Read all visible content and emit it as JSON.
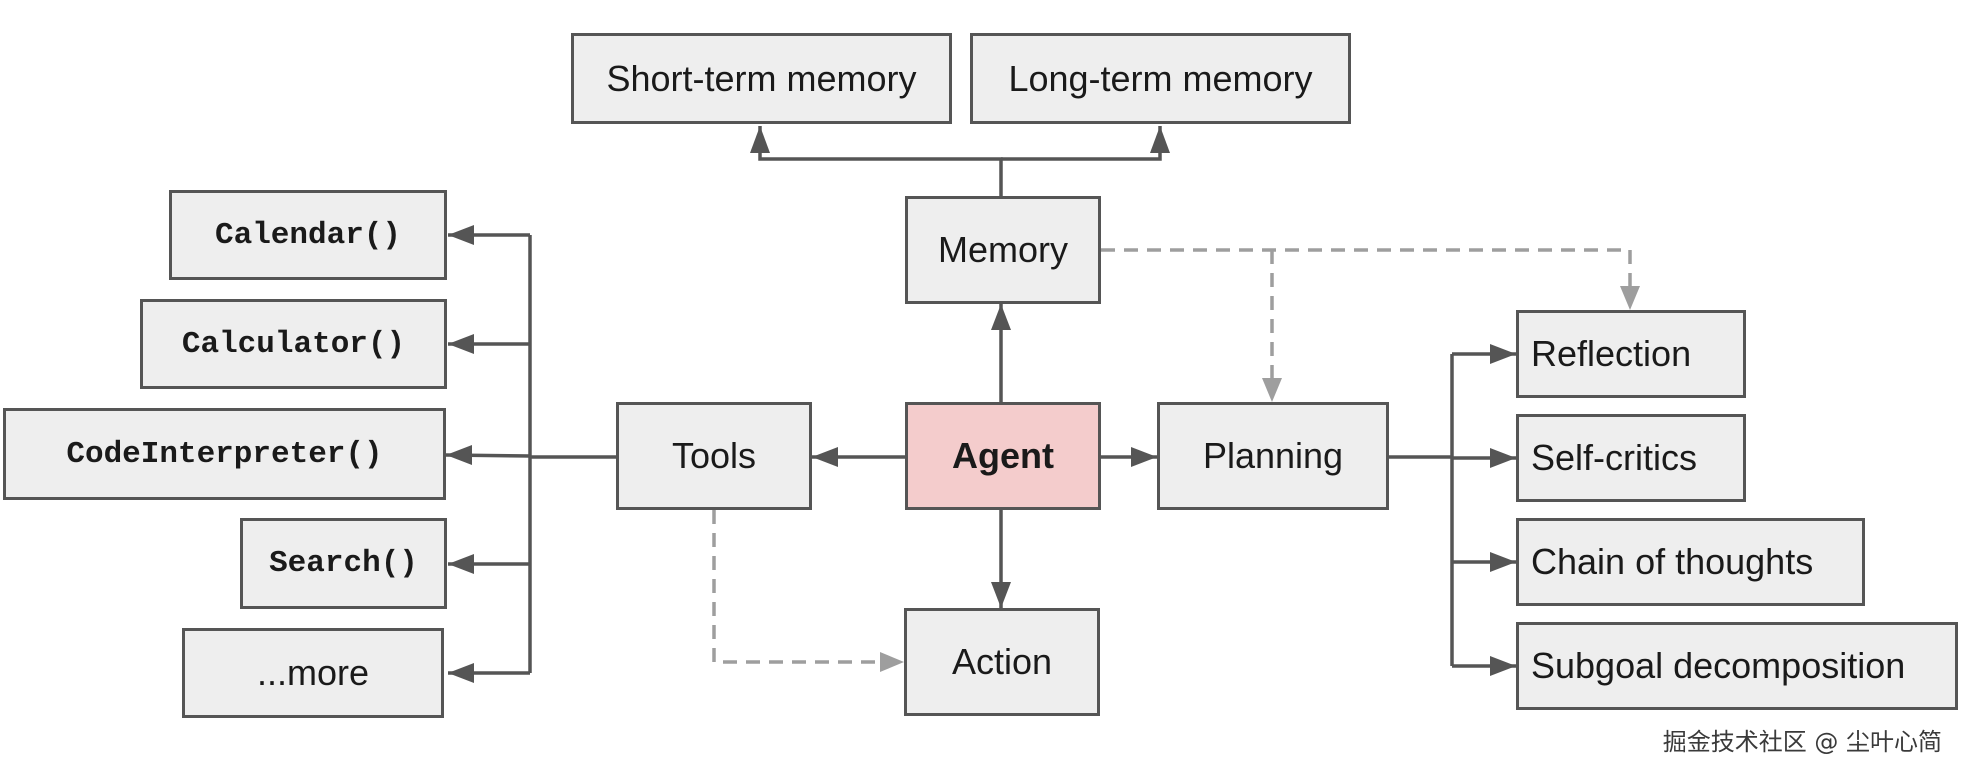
{
  "nodes": {
    "agent": "Agent",
    "memory": "Memory",
    "short_term_memory": "Short-term memory",
    "long_term_memory": "Long-term memory",
    "tools": "Tools",
    "action": "Action",
    "planning": "Planning",
    "calendar": "Calendar()",
    "calculator": "Calculator()",
    "code_interpreter": "CodeInterpreter()",
    "search": "Search()",
    "more": "...more",
    "reflection": "Reflection",
    "self_critics": "Self-critics",
    "chain_of_thoughts": "Chain of thoughts",
    "subgoal_decomposition": "Subgoal decomposition"
  },
  "colors": {
    "agent_fill": "#f4cccc",
    "box_fill": "#eeeeee",
    "solid_edge": "#555555",
    "dashed_edge": "#9e9e9e"
  },
  "watermark": "掘金技术社区 @ 尘叶心简"
}
